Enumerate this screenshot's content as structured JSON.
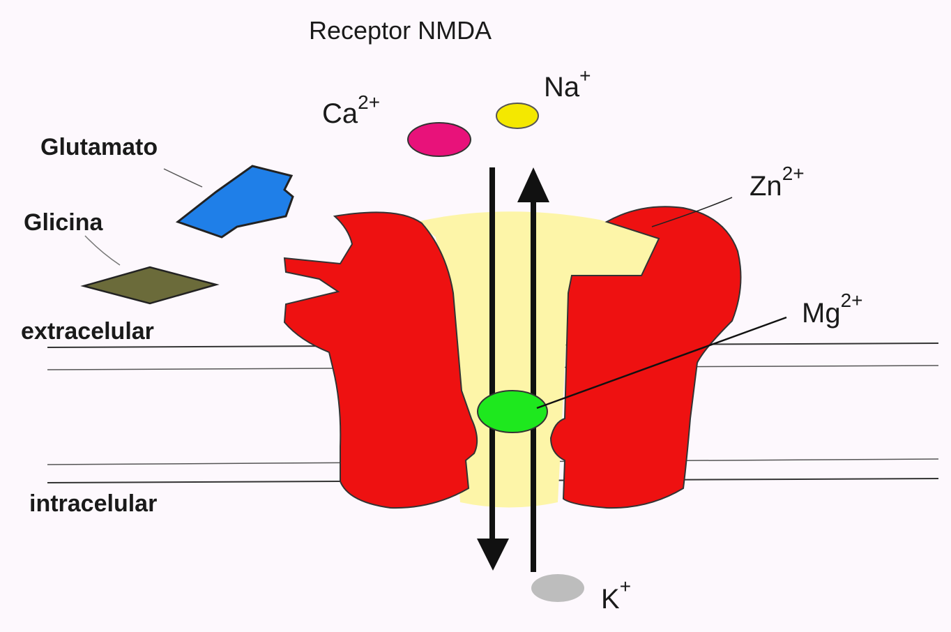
{
  "title": "Receptor NMDA",
  "labels": {
    "glutamate": "Glutamato",
    "glycine": "Glicina",
    "extracellular": "extracelular",
    "intracellular": "intracelular"
  },
  "ions": {
    "calcium": {
      "base": "Ca",
      "charge": "2+",
      "color": "#e8127a"
    },
    "sodium": {
      "base": "Na",
      "charge": "+",
      "color": "#f4e800"
    },
    "zinc": {
      "base": "Zn",
      "charge": "2+"
    },
    "magnesium": {
      "base": "Mg",
      "charge": "2+",
      "color": "#1ee81e"
    },
    "potassium": {
      "base": "K",
      "charge": "+",
      "color": "#bdbdbd"
    }
  },
  "colors": {
    "receptor": "#ee1111",
    "pore": "#fdf5a8",
    "glutamate": "#1f7fe8",
    "glycine": "#6b6b3a",
    "membrane_line": "#333333",
    "arrow": "#111111"
  }
}
